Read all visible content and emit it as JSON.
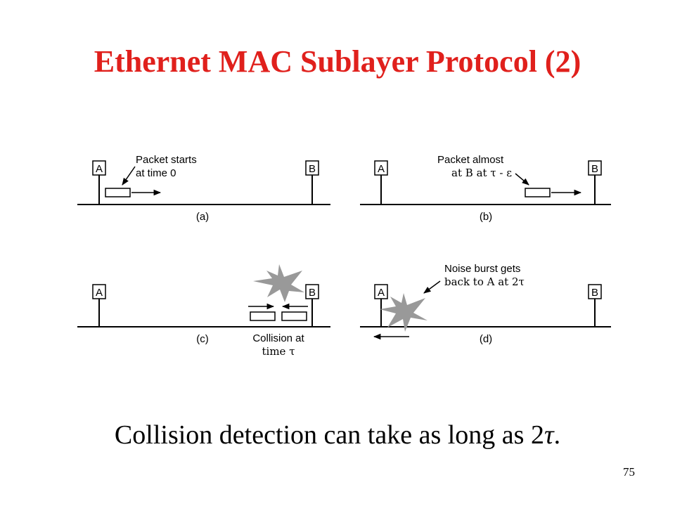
{
  "slide": {
    "title": "Ethernet MAC Sublayer Protocol (2)",
    "caption_prefix": "Collision detection can take as long as 2",
    "caption_symbol": "τ",
    "caption_suffix": ".",
    "page_number": "75"
  },
  "diagram": {
    "accent_color": "#999999",
    "panels": [
      {
        "label": "(a)",
        "station_a": "A",
        "station_b": "B",
        "annotation": [
          "Packet starts",
          "at time 0"
        ]
      },
      {
        "label": "(b)",
        "station_a": "A",
        "station_b": "B",
        "annotation": [
          "Packet almost",
          "at B at τ - ε"
        ]
      },
      {
        "label": "(c)",
        "station_a": "A",
        "station_b": "B",
        "annotation": [
          "Collision at",
          "time τ"
        ]
      },
      {
        "label": "(d)",
        "station_a": "A",
        "station_b": "B",
        "annotation": [
          "Noise burst gets",
          "back to A  at 2τ"
        ]
      }
    ]
  }
}
